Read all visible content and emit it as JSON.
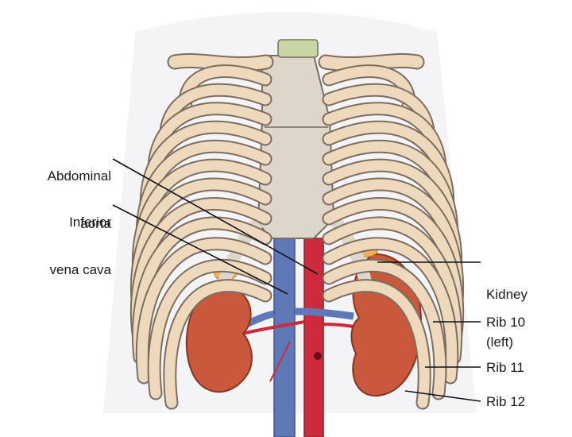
{
  "colors": {
    "bone": "#efd9bd",
    "bone_outline": "#7b6d5f",
    "cartilage": "#dcd6cb",
    "kidney": "#c9593c",
    "vein": "#5f79b8",
    "artery": "#cd2a3c",
    "adrenal": "#eeb35a",
    "vertebra_top": "#c9d6a3",
    "leader": "#111111"
  },
  "labels": {
    "aorta": {
      "line1": "Abdominal",
      "line2": "aorta"
    },
    "ivc": {
      "line1": "Inferior",
      "line2": "vena cava"
    },
    "kidney": {
      "line1": "Kidney",
      "line2": "(left)"
    },
    "rib10": "Rib 10",
    "rib11": "Rib 11",
    "rib12": "Rib 12"
  }
}
